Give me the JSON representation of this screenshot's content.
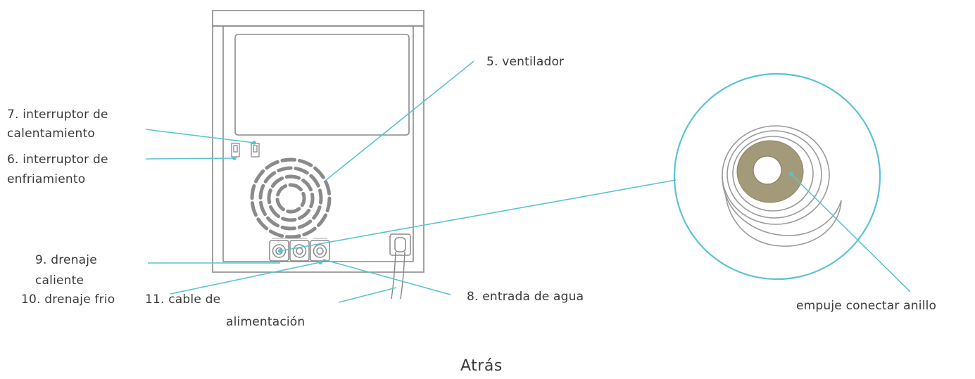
{
  "labels": {
    "ventilador": "5. ventilador",
    "interruptor_calentamiento_1": "7. interruptor de",
    "interruptor_calentamiento_2": "calentamiento",
    "interruptor_enfriamiento_1": "6. interruptor de",
    "interruptor_enfriamiento_2": "enfriamiento",
    "drenaje_caliente_1": "9. drenaje",
    "drenaje_caliente_2": "caliente",
    "drenaje_frio": "10. drenaje frio",
    "cable_1": "11. cable de",
    "cable_2": "alimentación",
    "entrada_agua": "8. entrada de agua",
    "empuje": "empuje conectar anillo"
  },
  "caption": "Atrás",
  "colors": {
    "leader": "#5bc3d0",
    "outline": "#8a8a8a",
    "ring": "#a39a7a",
    "text": "#3a3a3a"
  }
}
